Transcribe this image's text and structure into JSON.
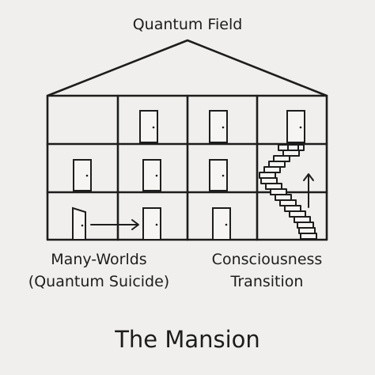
{
  "labels": {
    "roof_label": "Quantum Field",
    "left_line1": "Many-Worlds",
    "left_line2": "(Quantum Suicide)",
    "right_line1": "Consciousness",
    "right_line2": "Transition",
    "caption": "The Mansion"
  },
  "colors": {
    "background": "#f0efed",
    "ink": "#1d1d1d",
    "door_fill": "#f6f5f3"
  },
  "icons": {
    "open_door": "open-door-icon",
    "arrow_right": "arrow-right-icon",
    "arrow_up": "arrow-up-icon",
    "staircase": "staircase-icon"
  }
}
